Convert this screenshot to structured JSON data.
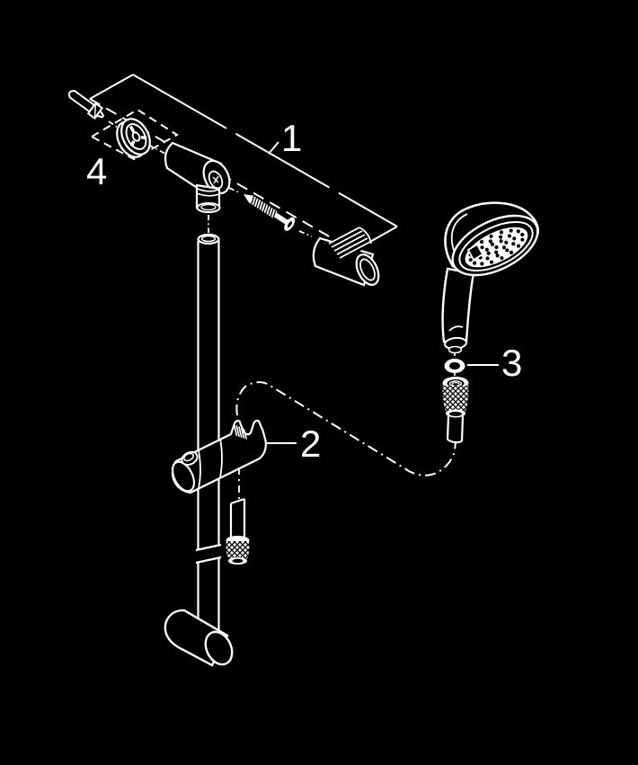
{
  "page": {
    "background_color": "#000000",
    "line_color": "#ffffff"
  },
  "diagram": {
    "type": "exploded-parts-drawing",
    "subject": "shower-rail-set-with-hand-shower",
    "callouts": [
      {
        "number": "1",
        "part": "wall-bracket-assembly"
      },
      {
        "number": "2",
        "part": "glide-element-slider"
      },
      {
        "number": "3",
        "part": "filter-washer"
      },
      {
        "number": "4",
        "part": "wall-plug-escutcheon"
      }
    ]
  }
}
